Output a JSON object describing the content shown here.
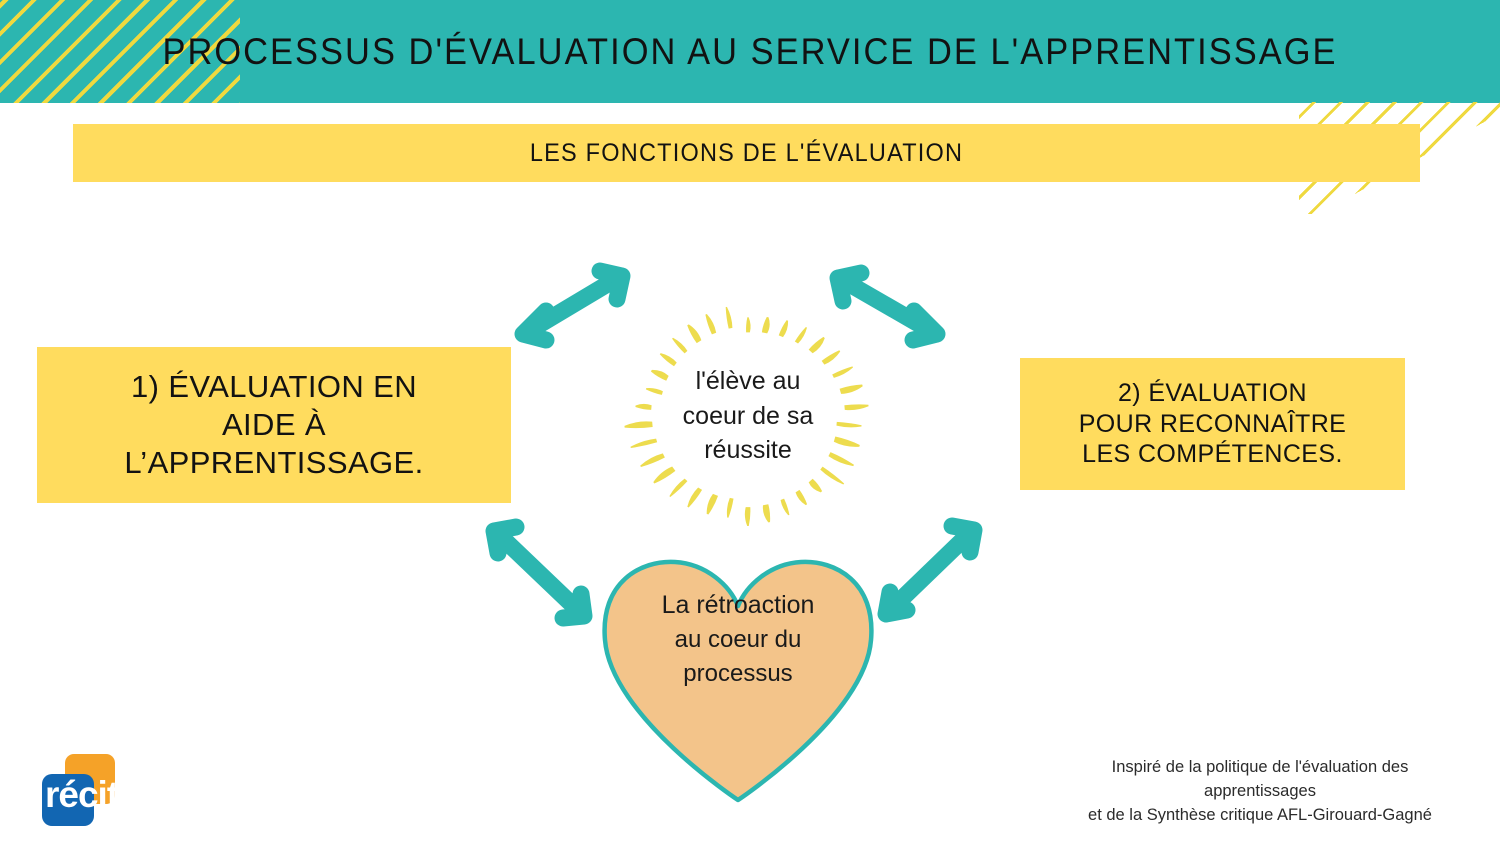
{
  "header": {
    "title": "PROCESSUS D'ÉVALUATION AU SERVICE DE L'APPRENTISSAGE",
    "band_color": "#2CB6B0",
    "stripe_color": "#EFD93F"
  },
  "subtitle": {
    "text": "LES FONCTIONS DE L'ÉVALUATION",
    "bar_color": "#FFDC5E"
  },
  "functions": {
    "left": {
      "lines": [
        "1) ÉVALUATION EN",
        "AIDE À",
        "L’APPRENTISSAGE."
      ],
      "box_color": "#FFDC5E"
    },
    "right": {
      "lines": [
        "2) ÉVALUATION",
        "POUR RECONNAÎTRE",
        "LES COMPÉTENCES."
      ],
      "box_color": "#FFDC5E"
    }
  },
  "center": {
    "lines": [
      "l'élève au",
      "coeur de sa",
      "réussite"
    ],
    "burst_color": "#EDDC4E"
  },
  "heart": {
    "line1": "La rétroaction",
    "line2": "au coeur du",
    "line3": "processus",
    "fill_color": "#F3C48A",
    "stroke_color": "#2CB6B0"
  },
  "arrows": {
    "color": "#2CB6B0",
    "items": [
      {
        "name": "arrow-top-left",
        "direction": "double-headed-diagonal-ne-sw"
      },
      {
        "name": "arrow-top-right",
        "direction": "double-headed-diagonal-nw-se"
      },
      {
        "name": "arrow-bottom-left",
        "direction": "double-headed-diagonal-nw-se"
      },
      {
        "name": "arrow-bottom-right",
        "direction": "double-headed-diagonal-ne-sw"
      }
    ]
  },
  "logo": {
    "text": "récit",
    "square_back_color": "#F5A228",
    "square_front_color": "#1266B2"
  },
  "footer": {
    "line1": "Inspiré de la politique de l'évaluation des",
    "line2": "apprentissages",
    "line3": "et de la Synthèse critique AFL-Girouard-Gagné"
  }
}
